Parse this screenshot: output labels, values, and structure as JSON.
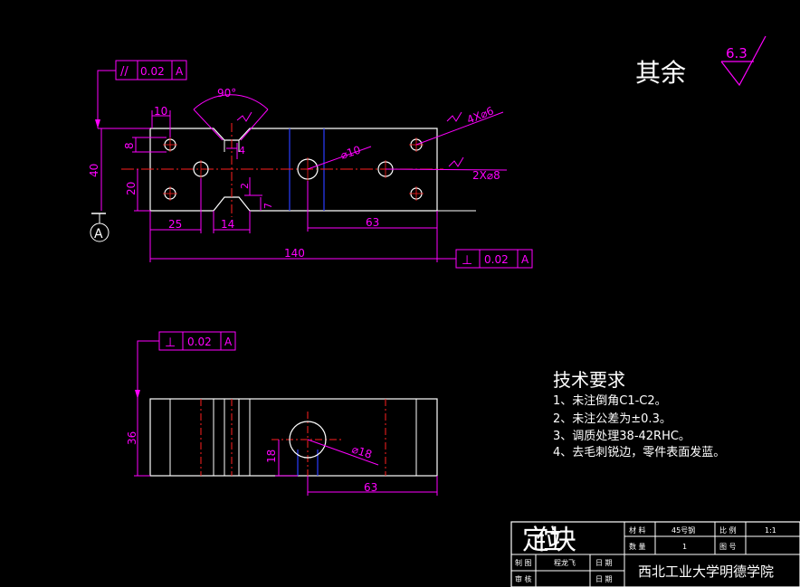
{
  "colors": {
    "background": "#000000",
    "outline": "#ffffff",
    "dimension": "#ff00ff",
    "centerline": "#ff2020",
    "hidden": "#2a3cff",
    "text": "#ffffff"
  },
  "roughness": {
    "label": "其余",
    "value": "6.3"
  },
  "top_view": {
    "parallel_tolerance": {
      "symbol": "//",
      "value": "0.02",
      "datum": "A"
    },
    "perp_tolerance": {
      "symbol": "⊥",
      "value": "0.02",
      "datum": "A"
    },
    "datum_label": "A",
    "dims": {
      "angle": "90°",
      "width_10": "10",
      "height_8": "8",
      "height_40": "40",
      "height_20": "20",
      "len_25": "25",
      "len_14": "14",
      "len_4": "4",
      "len_2": "2",
      "len_7": "7",
      "len_63": "63",
      "len_140": "140",
      "dia_10": "⌀10",
      "holes_4": "4X⌀6",
      "holes_2": "2X⌀8"
    }
  },
  "front_view": {
    "perp_tolerance": {
      "symbol": "⊥",
      "value": "0.02",
      "datum": "A"
    },
    "dims": {
      "height_36": "36",
      "height_18": "18",
      "dia_18": "⌀18",
      "len_63": "63"
    }
  },
  "tech_requirements": {
    "title": "技术要求",
    "items": [
      "1、未注倒角C1-C2。",
      "2、未注公差为±0.3。",
      "3、调质处理38-42RHC。",
      "4、去毛刺锐边，零件表面发蓝。"
    ]
  },
  "title_block": {
    "part_name": "定位块",
    "material_label": "材 料",
    "material_value": "45号钢",
    "scale_label": "比 例",
    "scale_value": "1:1",
    "qty_label": "数 量",
    "qty_value": "1",
    "drawing_no_label": "图 号",
    "maker_label": "制 图",
    "maker_value": "程龙飞",
    "date_label": "日 期",
    "reviewer_label": "审 核",
    "school": "西北工业大学明德学院"
  }
}
